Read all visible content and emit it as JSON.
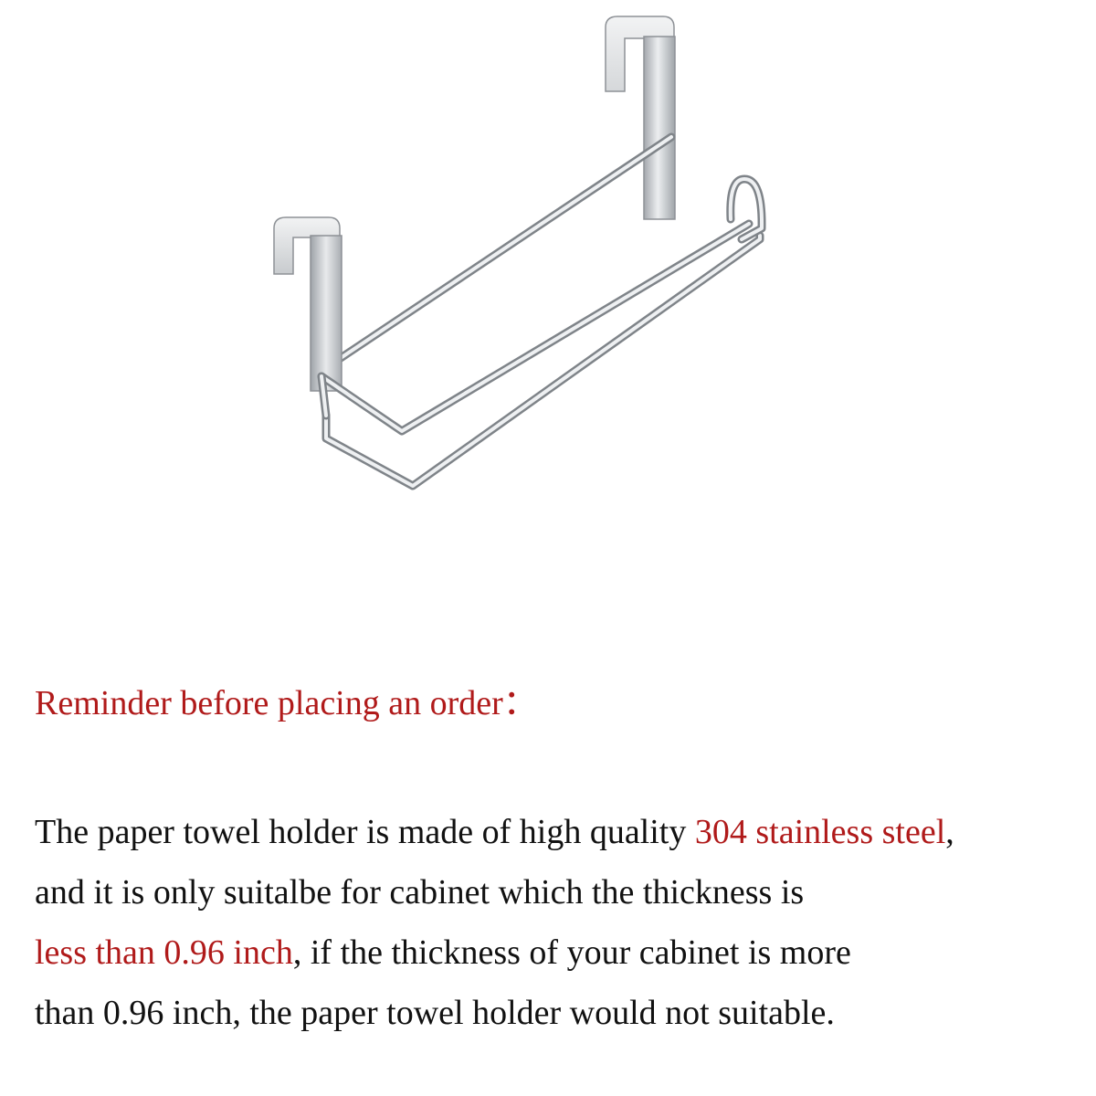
{
  "colors": {
    "highlight": "#b01a1a",
    "body_text": "#111111",
    "background": "#ffffff",
    "steel": "#c9ccd0"
  },
  "illustration": {
    "icon": "paper-towel-holder-icon"
  },
  "reminder": {
    "title": "Reminder before placing an order："
  },
  "description": {
    "line1_a": "The paper towel holder is made of high quality ",
    "line1_hl": "304 stainless steel",
    "line1_b": ",",
    "line2": "and it is only suitalbe for cabinet which the thickness is",
    "line3_hl": "less than 0.96 inch",
    "line3_b": ", if the thickness of your cabinet is more",
    "line4": "than 0.96 inch, the paper towel holder would not suitable."
  }
}
